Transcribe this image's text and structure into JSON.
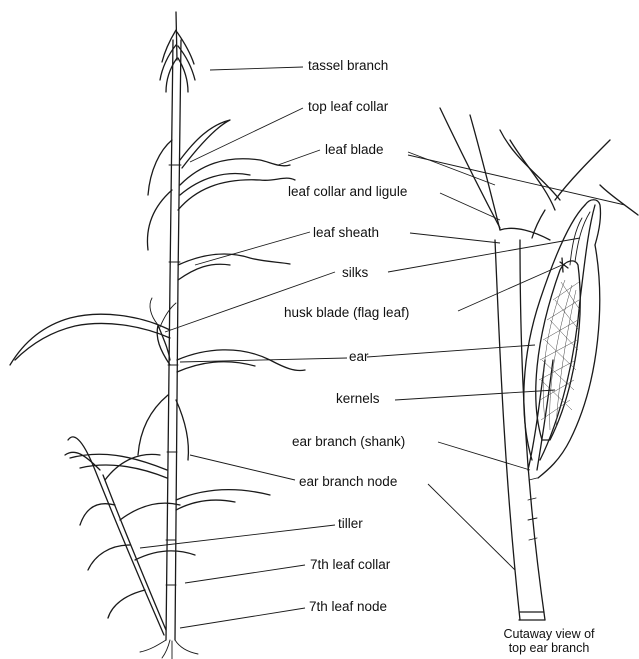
{
  "labels": {
    "tassel_branch": "tassel branch",
    "top_leaf_collar": "top leaf collar",
    "leaf_blade": "leaf blade",
    "leaf_collar_ligule": "leaf collar and ligule",
    "leaf_sheath": "leaf sheath",
    "silks": "silks",
    "husk_blade": "husk blade (flag leaf)",
    "ear": "ear",
    "kernels": "kernels",
    "ear_branch_shank": "ear branch (shank)",
    "ear_branch_node": "ear branch node",
    "tiller": "tiller",
    "seventh_leaf_collar": "7th leaf collar",
    "seventh_leaf_node": "7th leaf node"
  },
  "caption": {
    "line1": "Cutaway view of",
    "line2": "top ear branch"
  }
}
